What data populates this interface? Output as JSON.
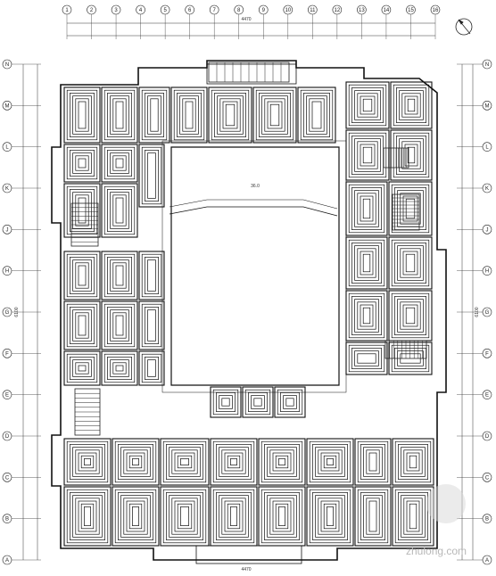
{
  "drawing": {
    "total_dimension_top": "4470",
    "total_dimension_left": "6100",
    "total_dimension_right": "6100",
    "total_dimension_bottom": "4470",
    "area_label": "36.0",
    "watermark": "zhulong.com"
  },
  "grid": {
    "columns_top": [
      "1",
      "2",
      "3",
      "4",
      "5",
      "6",
      "7",
      "8",
      "9",
      "10",
      "11",
      "12",
      "13",
      "14",
      "15",
      "16"
    ],
    "rows_left": [
      "N",
      "M",
      "L",
      "K",
      "J",
      "H",
      "G",
      "F",
      "E",
      "D",
      "C",
      "B",
      "A"
    ]
  }
}
